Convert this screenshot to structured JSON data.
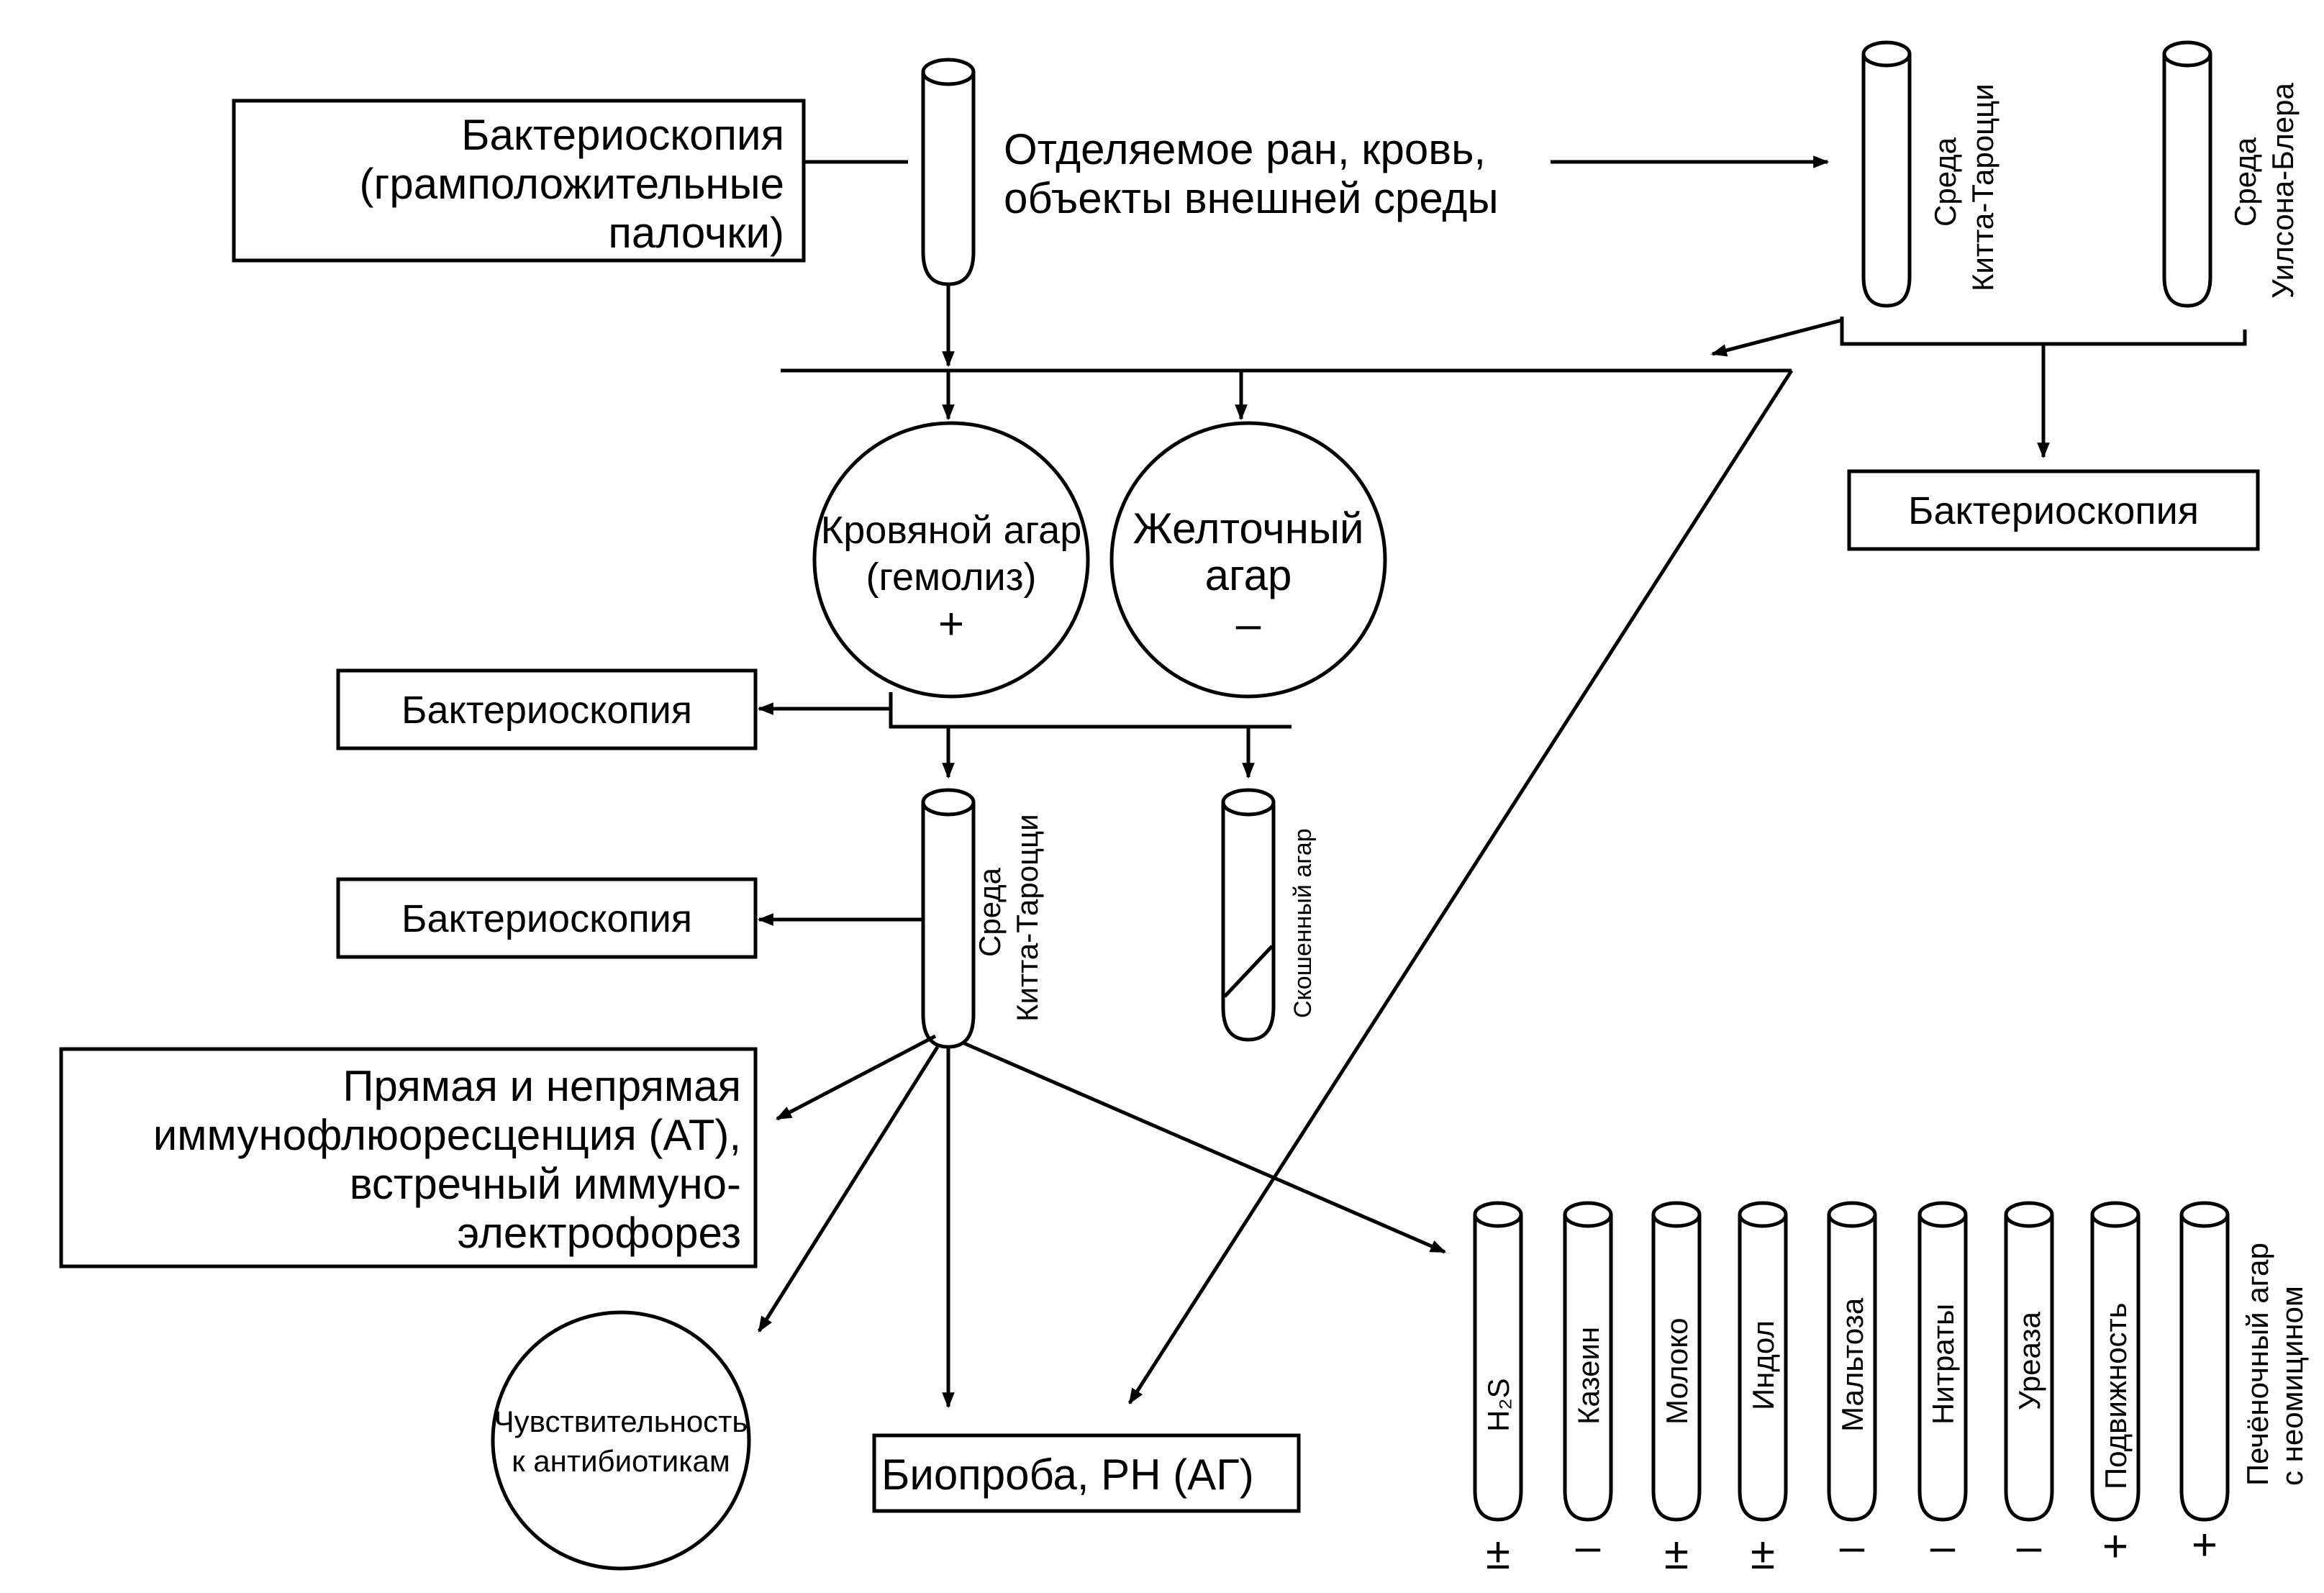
{
  "boxes": {
    "box_top_left": [
      "Бактериоскопия",
      "(грамположительные",
      "палочки)"
    ],
    "box_top_right": "Бактериоскопия",
    "box_mid1": "Бактериоскопия",
    "box_mid2": "Бактериоскопия",
    "box_immuno": [
      "Прямая и непрямая",
      "иммунофлюоресценция (АТ),",
      "встречный иммуно-",
      "электрофорез"
    ],
    "box_bioproba": "Биопроба,  РН (АГ)"
  },
  "source_text": [
    "Отделяемое ран,  кровь,",
    "объекты внешней среды"
  ],
  "circles": {
    "blood_agar": [
      "Кровяной агар",
      "(гемолиз)",
      "+"
    ],
    "yolk_agar": [
      "Желточный",
      "агар",
      "–"
    ],
    "antibiotics": [
      "Чувствительность",
      "к антибиотикам"
    ]
  },
  "tube_labels": {
    "kitt_top": [
      "Среда",
      "Китта-Тароцци"
    ],
    "wilson_top": [
      "Среда",
      "Уилсона-Блера"
    ],
    "kitt_mid": [
      "Среда",
      "Китта-Тароцци"
    ],
    "slant": "Скошенный агар"
  },
  "tests": [
    {
      "label": "H₂S",
      "sign": "±"
    },
    {
      "label": "Казеин",
      "sign": "–"
    },
    {
      "label": "Молоко",
      "sign": "±"
    },
    {
      "label": "Индол",
      "sign": "±"
    },
    {
      "label": "Мальтоза",
      "sign": "–"
    },
    {
      "label": "Нитраты",
      "sign": "–"
    },
    {
      "label": "Уреаза",
      "sign": "–"
    },
    {
      "label": "Подвижность",
      "sign": "+"
    },
    {
      "label": "Печёночный агар",
      "label2": "с неомицином",
      "sign": "+"
    }
  ]
}
